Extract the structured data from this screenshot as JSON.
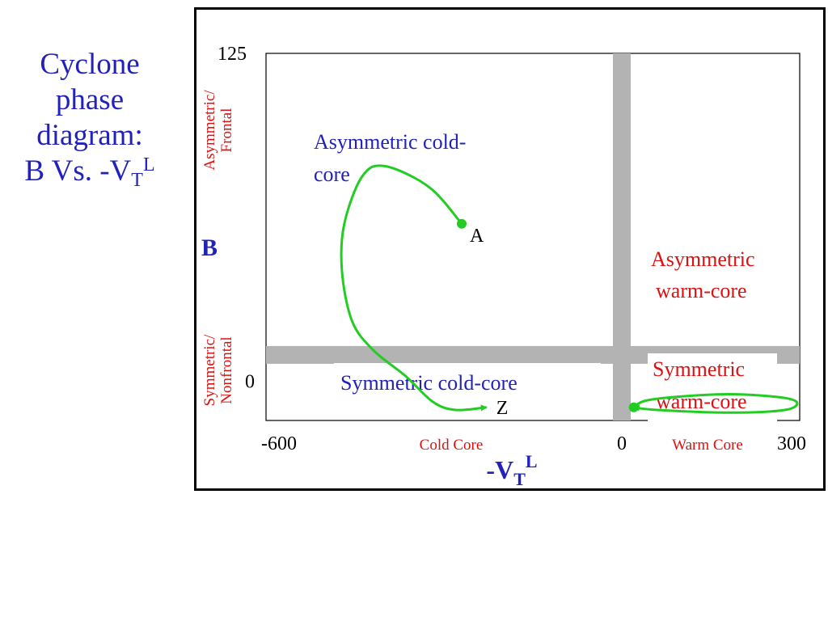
{
  "slide": {
    "title_lines": [
      "Cyclone",
      "phase",
      "diagram:"
    ],
    "title_formula": {
      "prefix": "B Vs. -V",
      "subscript": "T",
      "superscript": "L"
    }
  },
  "colors": {
    "title": "#2222bb",
    "red_label": "#dd1111",
    "trajectory": "#22cc22",
    "axis_band": "#b3b3b3",
    "frame": "#000000"
  },
  "chart_data": {
    "type": "scatter",
    "xlim": [
      -600,
      300
    ],
    "ylim": [
      -15,
      125
    ],
    "x_ticks": [
      {
        "value": -600,
        "label": "-600"
      },
      {
        "value": 0,
        "label": "0"
      },
      {
        "value": 300,
        "label": "300"
      }
    ],
    "y_ticks": [
      {
        "value": 125,
        "label": "125"
      },
      {
        "value": 0,
        "label": "0"
      }
    ],
    "x_label": {
      "prefix": "-V",
      "subscript": "T",
      "superscript": "L"
    },
    "y_label": "B",
    "x_region_labels": {
      "cold": "Cold Core",
      "warm": "Warm Core"
    },
    "y_region_labels": {
      "upper": [
        "Asymmetric/",
        "Frontal"
      ],
      "lower": [
        "Symmetric/",
        "Nonfrontal"
      ]
    },
    "quadrant_labels": {
      "asymmetric_cold": [
        "Asymmetric cold-",
        "core"
      ],
      "symmetric_cold": "Symmetric cold-core",
      "asymmetric_warm": [
        "Asymmetric",
        "warm-core"
      ],
      "symmetric_warm": [
        "Symmetric",
        "warm-core"
      ]
    },
    "divider_lines": {
      "x": 0,
      "y": 10
    },
    "trajectory_cold": {
      "start_label": "A",
      "end_label": "Z",
      "points": [
        [
          -270,
          60
        ],
        [
          -325,
          74
        ],
        [
          -400,
          82
        ],
        [
          -438,
          78
        ],
        [
          -468,
          60
        ],
        [
          -472,
          42
        ],
        [
          -455,
          23
        ],
        [
          -420,
          12
        ],
        [
          -365,
          2
        ],
        [
          -318,
          -8
        ],
        [
          -280,
          -11
        ],
        [
          -228,
          -10
        ]
      ]
    },
    "trajectory_warm": {
      "points": [
        [
          20,
          -10
        ],
        [
          50,
          -7
        ],
        [
          170,
          -5
        ],
        [
          260,
          -6
        ],
        [
          295,
          -8
        ],
        [
          275,
          -11
        ],
        [
          180,
          -12
        ],
        [
          60,
          -11
        ],
        [
          20,
          -10
        ]
      ]
    }
  }
}
